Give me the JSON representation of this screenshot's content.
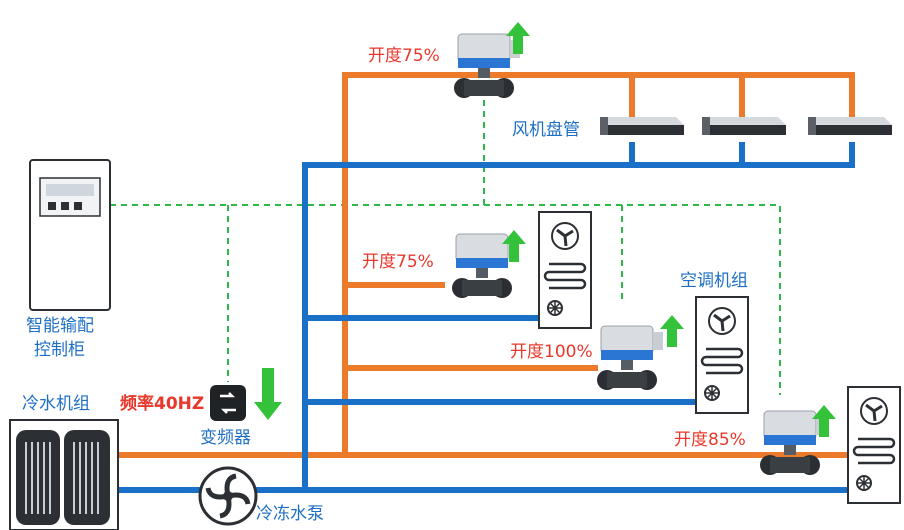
{
  "colors": {
    "supply_pipe": "#ec7a2b",
    "return_pipe": "#1a6fc6",
    "control_line": "#2eb84a",
    "label_blue": "#1e6fc6",
    "label_red": "#e8382b",
    "valve_actuator": "#d9dde2",
    "valve_accent": "#2a76d2",
    "arrow_green": "#34c23a"
  },
  "labels": {
    "control_cabinet": [
      "智能输配",
      "控制柜"
    ],
    "chiller": "冷水机组",
    "vfd": "变频器",
    "vfd_freq": "频率40HZ",
    "pump": "冷冻水泵",
    "fcu": "风机盘管",
    "ahu": "空调机组",
    "valve_top": "开度75%",
    "valve_1": "开度75%",
    "valve_2": "开度100%",
    "valve_3": "开度85%"
  },
  "values": {
    "vfd_frequency_hz": 40,
    "valve_openings_percent": [
      75,
      75,
      100,
      85
    ]
  },
  "icons": {
    "vfd": "inverter-icon",
    "pump": "pump-fan-icon",
    "ahu_fan": "fan-icon",
    "ahu_coil": "coil-icon",
    "arrow_up": "arrow-up-icon",
    "arrow_down": "arrow-down-icon"
  }
}
